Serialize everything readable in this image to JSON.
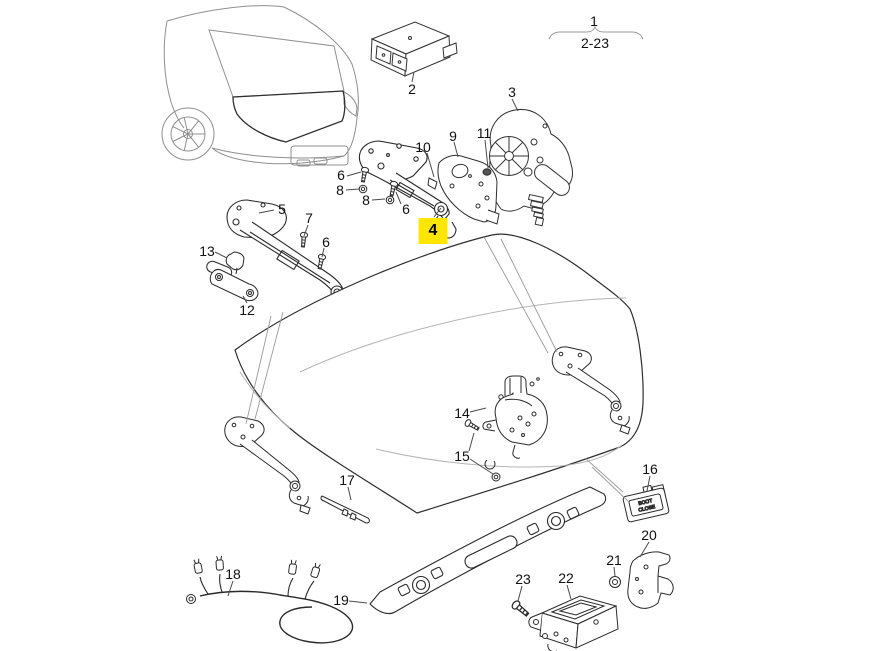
{
  "diagram": {
    "type": "exploded-parts-diagram",
    "subject": "boot-lid-and-lock-assembly",
    "background": "#ffffff",
    "line_color": "#2e2e2e"
  },
  "assembly_ref": {
    "number": "1",
    "range": "2-23"
  },
  "highlight": {
    "part": "4",
    "color": "#ffe600"
  },
  "callouts": {
    "c1": "1",
    "c1_range": "2-23",
    "c2": "2",
    "c3": "3",
    "c4": "4",
    "c5": "5",
    "c6a": "6",
    "c6b": "6",
    "c6c": "6",
    "c7": "7",
    "c8a": "8",
    "c8b": "8",
    "c9": "9",
    "c10": "10",
    "c11": "11",
    "c12": "12",
    "c13": "13",
    "c14": "14",
    "c15": "15",
    "c16": "16",
    "c17": "17",
    "c18": "18",
    "c19": "19",
    "c20": "20",
    "c21": "21",
    "c22": "22",
    "c23": "23"
  },
  "switch_16": {
    "line1": "BOOT",
    "line2": "CLOSE"
  }
}
